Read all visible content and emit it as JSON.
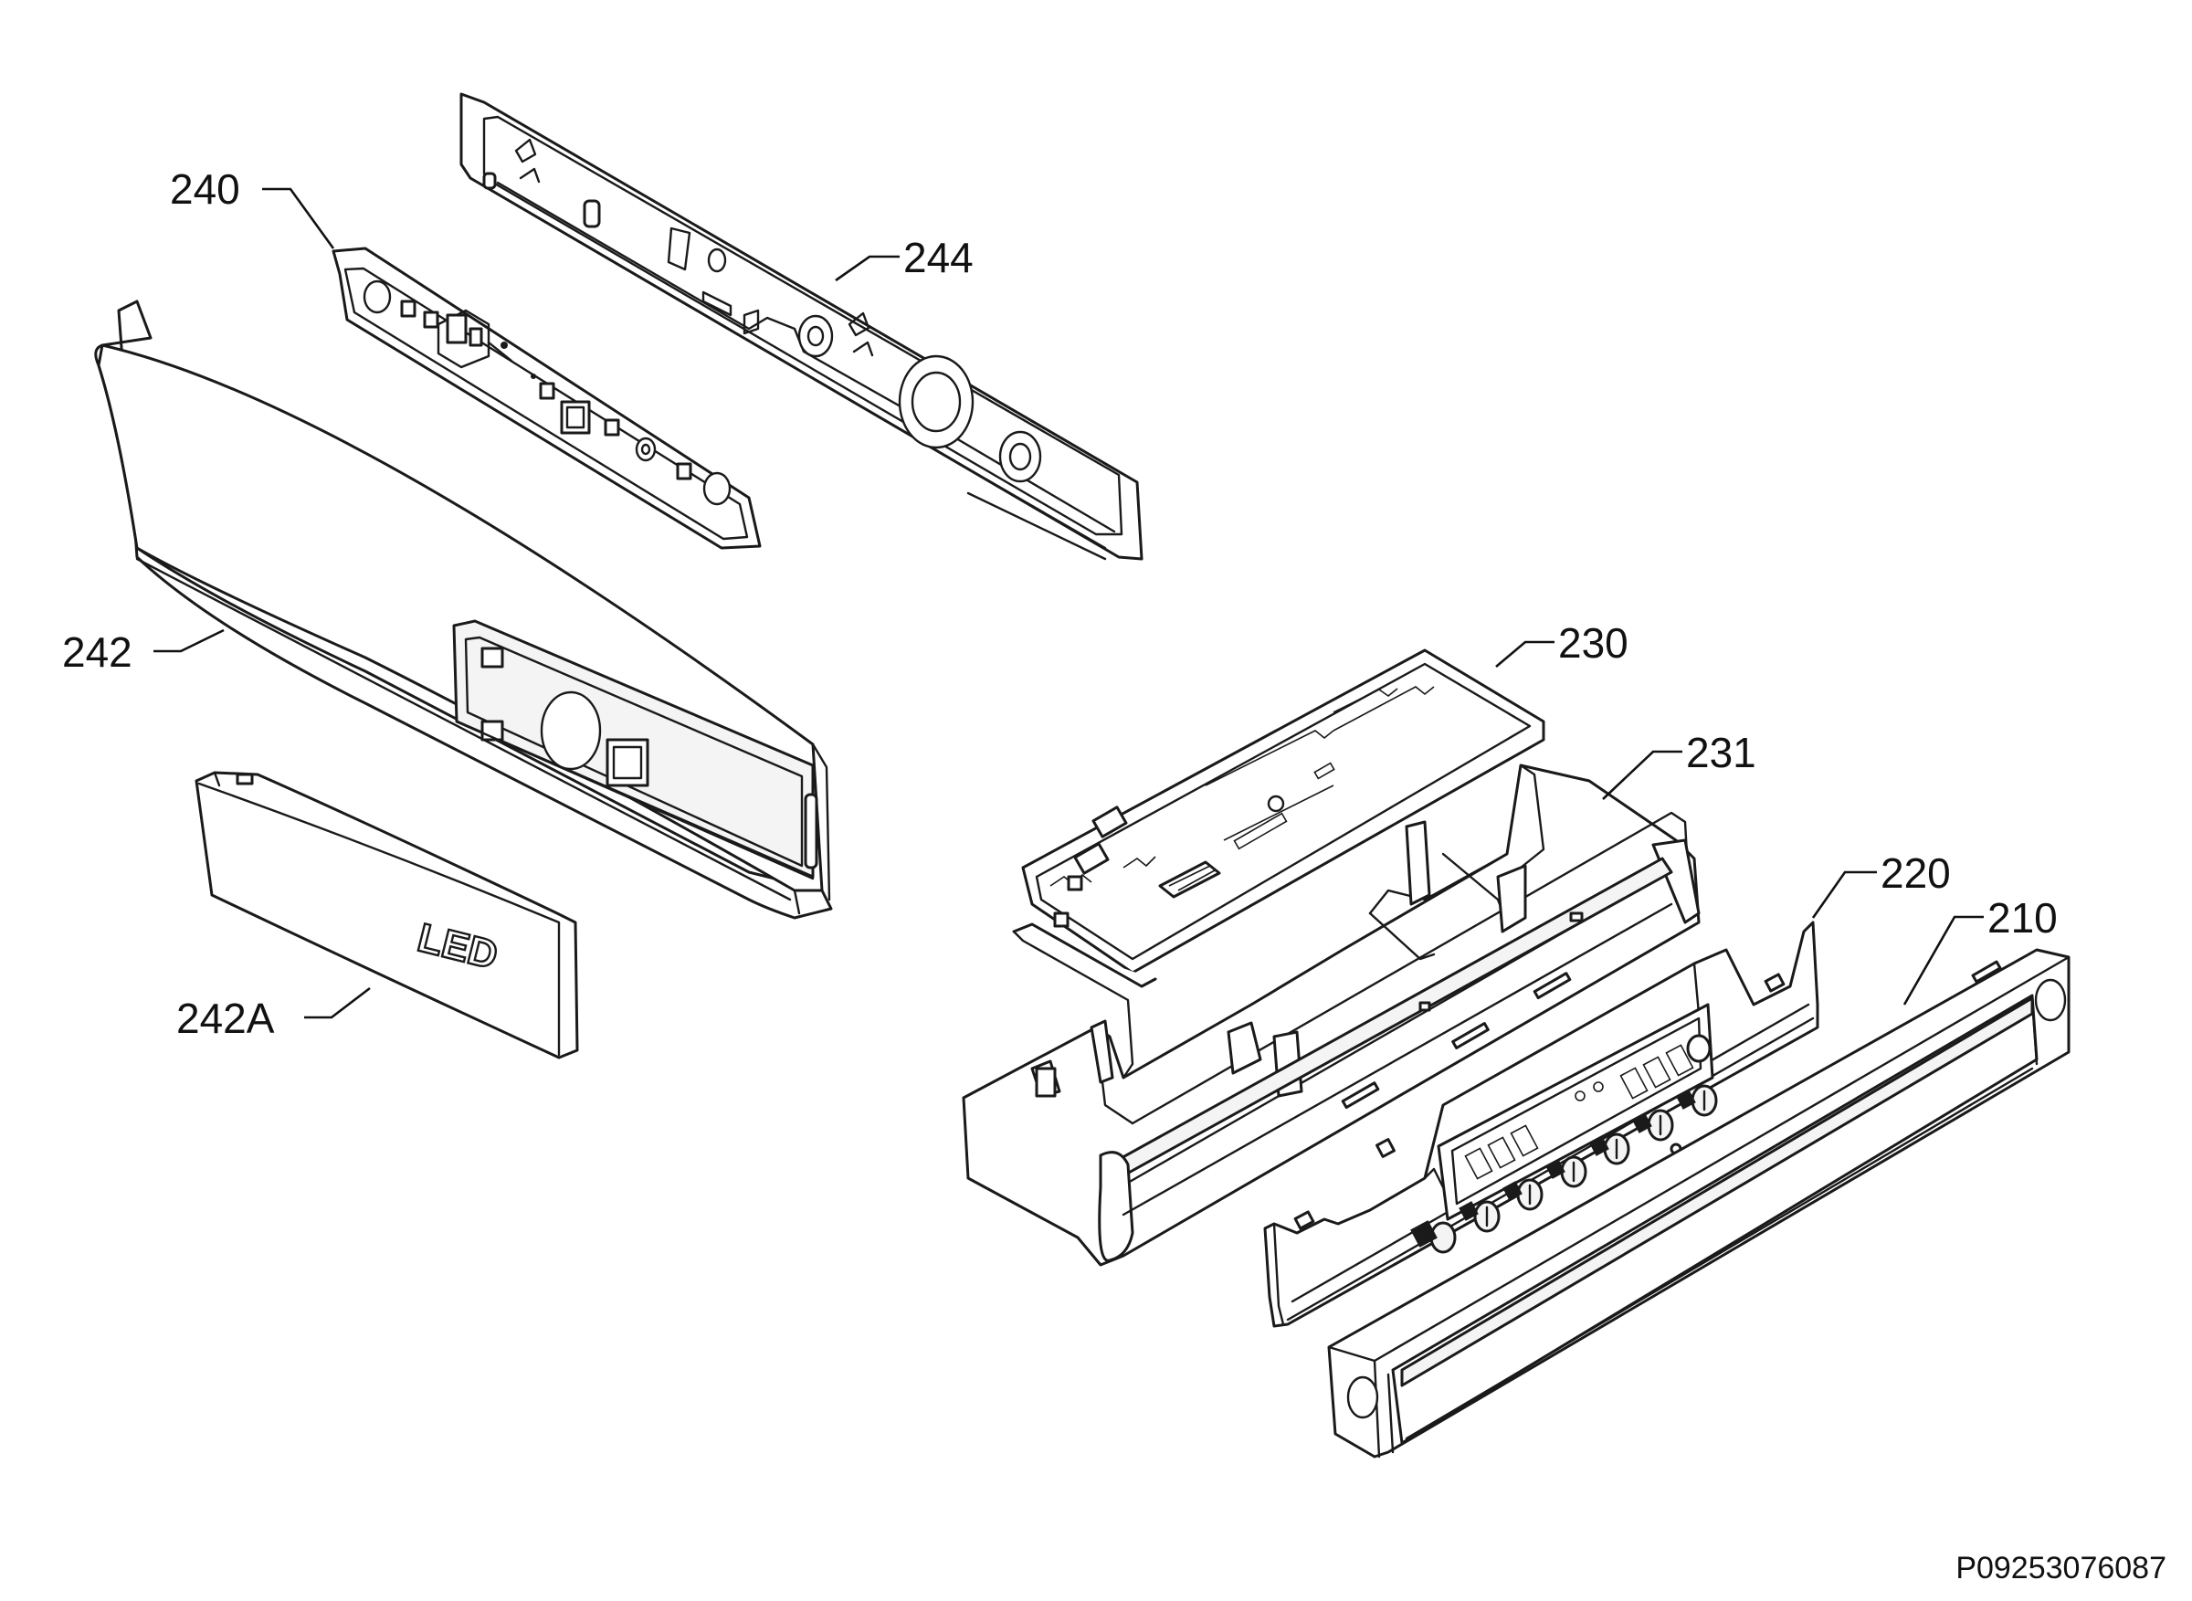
{
  "diagram": {
    "document_number": "P09253076087",
    "callouts": {
      "c240": "240",
      "c244": "244",
      "c242": "242",
      "c242a": "242A",
      "c230": "230",
      "c231": "231",
      "c220": "220",
      "c210": "210"
    },
    "embossed_label": "LED"
  }
}
